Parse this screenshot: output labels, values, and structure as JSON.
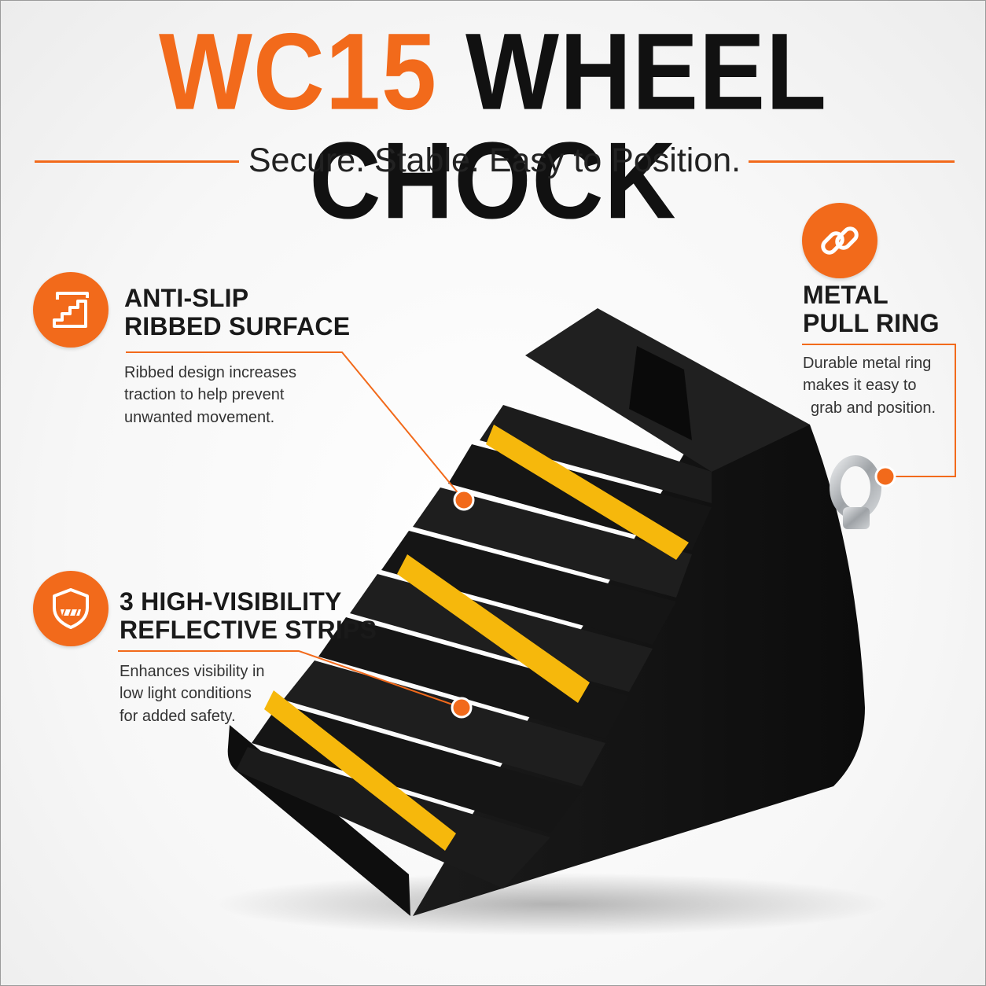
{
  "header": {
    "model": "WC15",
    "product": "WHEEL CHOCK",
    "tagline": "Secure. Stable. Easy to Position."
  },
  "features": [
    {
      "id": "ribbed",
      "icon": "stairs-icon",
      "title_lines": [
        "ANTI-SLIP",
        "RIBBED SURFACE"
      ],
      "desc_lines": [
        "Ribbed design increases",
        "traction to help prevent",
        "unwanted movement."
      ]
    },
    {
      "id": "reflective",
      "icon": "shield-icon",
      "title_lines": [
        "3 HIGH-VISIBILITY",
        "REFLECTIVE STRIPS"
      ],
      "desc_lines": [
        "Enhances visibility in",
        "low light conditions",
        "for added safety."
      ]
    },
    {
      "id": "pull-ring",
      "icon": "chain-link-icon",
      "title_lines": [
        "METAL",
        "PULL RING"
      ],
      "desc_lines": [
        "Durable metal ring",
        "makes it easy to",
        "grab and position."
      ]
    }
  ],
  "colors": {
    "accent": "#f26a1b",
    "rubber": "#141414",
    "reflective": "#f6b80c",
    "ring": "#b9bcc0"
  }
}
